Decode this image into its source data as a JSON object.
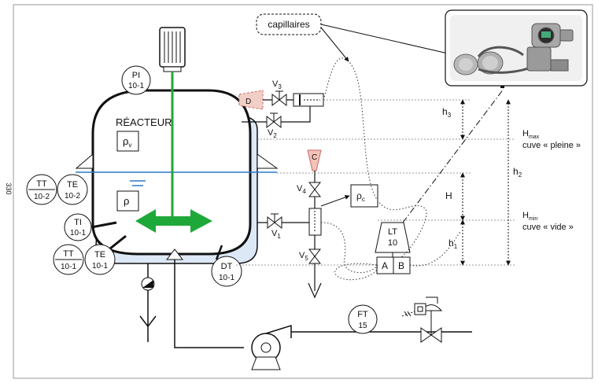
{
  "page_number": "330",
  "reactor": {
    "title": "RÉACTEUR",
    "rho_v": "ρ",
    "rho_v_sub": "v",
    "rho": "ρ"
  },
  "instruments": {
    "pi": {
      "tag": "PI",
      "loop": "10-1"
    },
    "tt_top": {
      "tag": "TT",
      "loop": "10-2"
    },
    "te_top": {
      "tag": "TE",
      "loop": "10-2"
    },
    "ti": {
      "tag": "TI",
      "loop": "10-1"
    },
    "tt_bottom": {
      "tag": "TT",
      "loop": "10-1"
    },
    "te_bottom": {
      "tag": "TE",
      "loop": "10-1"
    },
    "dt": {
      "tag": "DT",
      "loop": "10-1"
    },
    "lt": {
      "tag": "LT",
      "loop": "10",
      "port_a": "A",
      "port_b": "B"
    },
    "ft": {
      "tag": "FT",
      "loop": "15"
    },
    "rho_c": {
      "label": "ρ",
      "sub": "c"
    },
    "d_label": "D",
    "c_label": "C"
  },
  "capillaires": "capillaires",
  "valves": {
    "v1": {
      "letter": "V",
      "sub": "1"
    },
    "v2": {
      "letter": "V",
      "sub": "2"
    },
    "v3": {
      "letter": "V",
      "sub": "3"
    },
    "v4": {
      "letter": "V",
      "sub": "4"
    },
    "v5": {
      "letter": "V",
      "sub": "5"
    }
  },
  "levels": {
    "h1": {
      "letter": "h",
      "sub": "1"
    },
    "h2": {
      "letter": "h",
      "sub": "2"
    },
    "h3": {
      "letter": "h",
      "sub": "3"
    },
    "H": "H",
    "hmax": {
      "letter": "H",
      "sub": "max",
      "caption": "cuve « pleine »"
    },
    "hmin": {
      "letter": "H",
      "sub": "min",
      "caption": "cuve « vide »"
    }
  },
  "colors": {
    "agitator": "#1fa83a",
    "liquid_level": "#2a78c8",
    "jacket": "#dde8f7",
    "d_fill": "#f2cfc6",
    "d_stroke": "#c86a6a",
    "c_fill": "#f3c2b8"
  }
}
